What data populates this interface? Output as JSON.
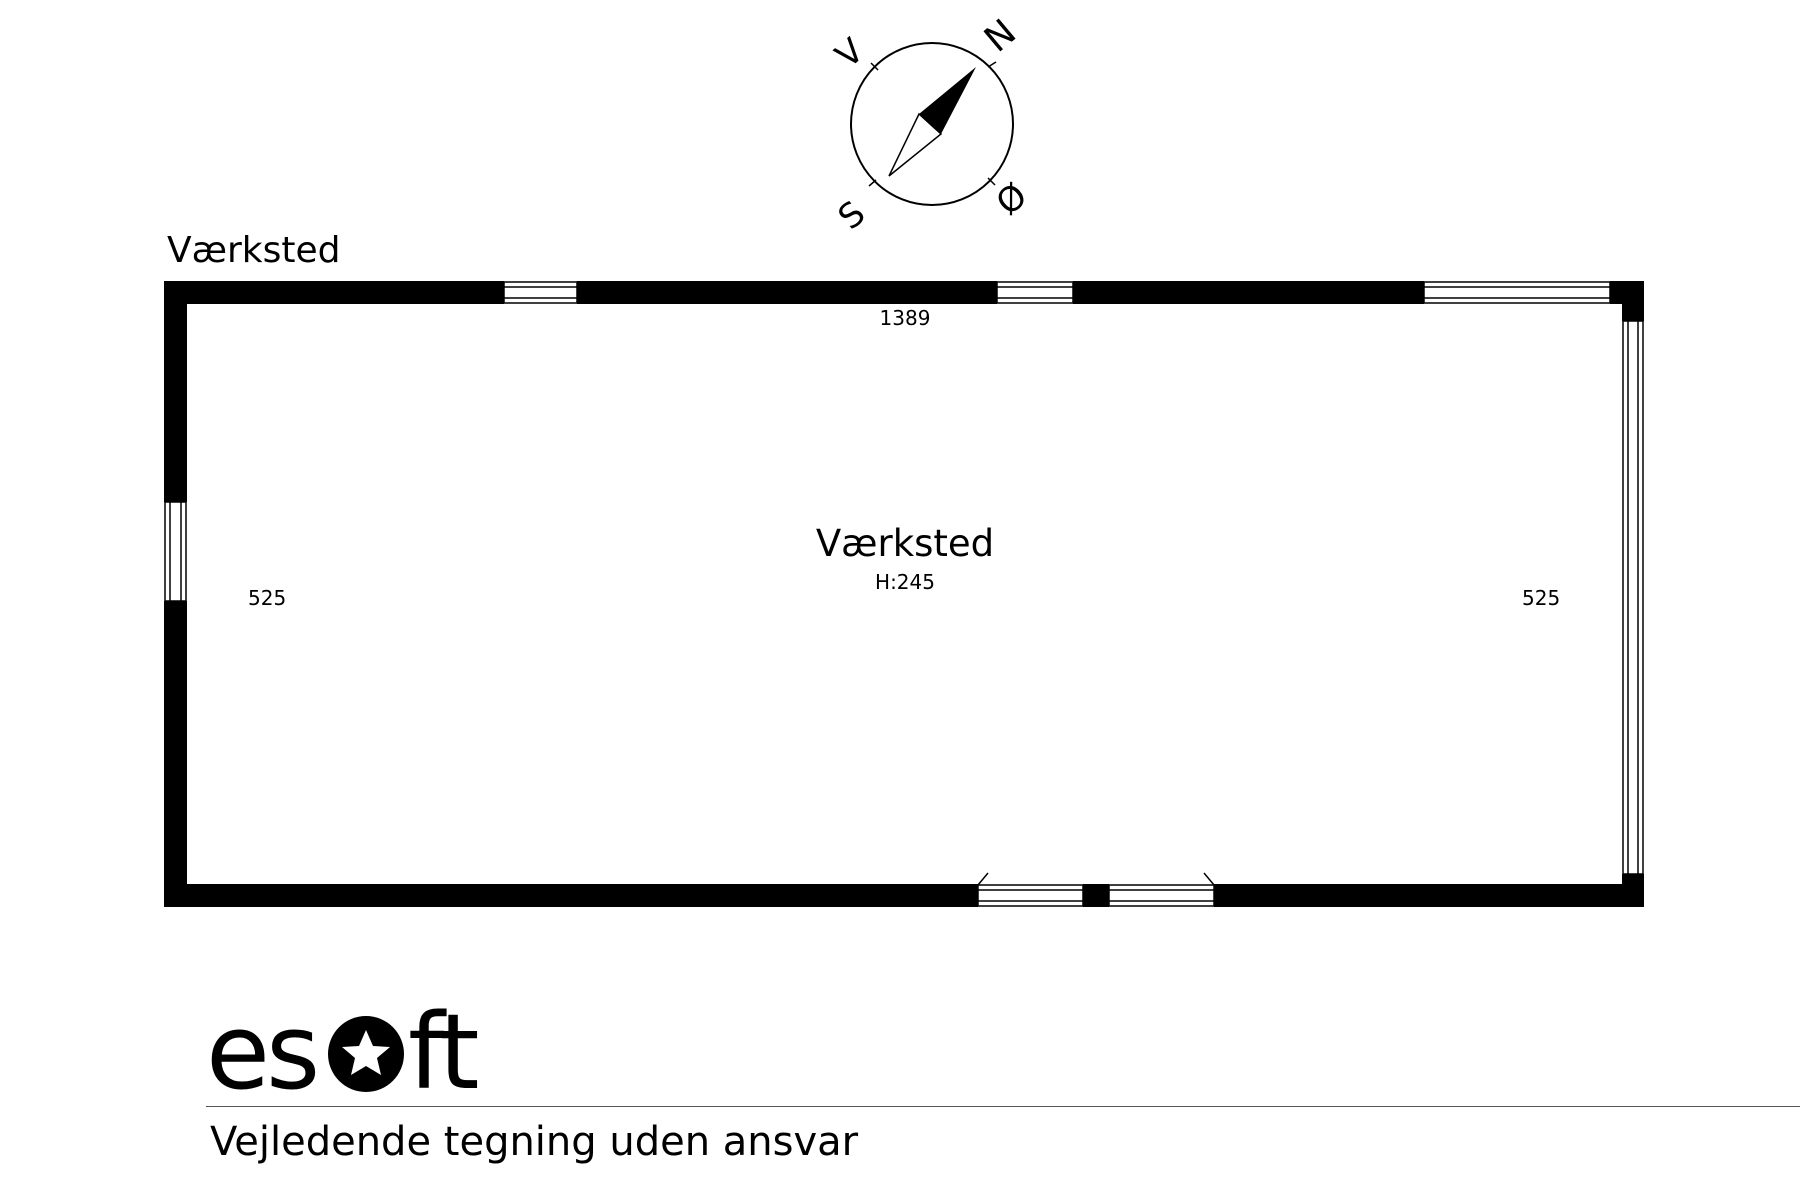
{
  "plan": {
    "title": "Værksted",
    "room": {
      "name": "Værksted",
      "height_label": "H:245"
    },
    "dimensions": {
      "top": "1389",
      "left": "525",
      "right": "525"
    }
  },
  "compass": {
    "north": "N",
    "south": "S",
    "east": "Ø",
    "west": "V"
  },
  "brand": {
    "logo_text": "esoft"
  },
  "footer": {
    "disclaimer": "Vejledende tegning uden ansvar"
  },
  "colors": {
    "wall": "#000000",
    "background": "#ffffff",
    "rule": "#555555"
  }
}
